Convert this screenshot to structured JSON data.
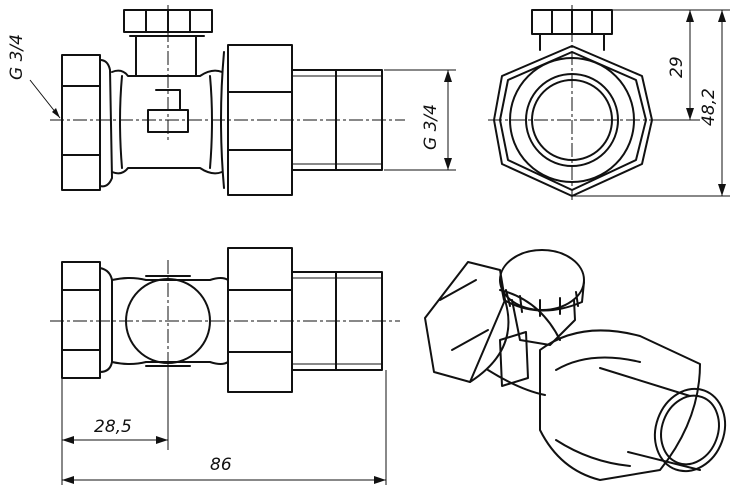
{
  "dimensions": {
    "thread_left": "G 3/4",
    "thread_right": "G 3/4",
    "height_inner": "29",
    "height_total": "48,2",
    "length_partial": "28,5",
    "length_total": "86"
  }
}
